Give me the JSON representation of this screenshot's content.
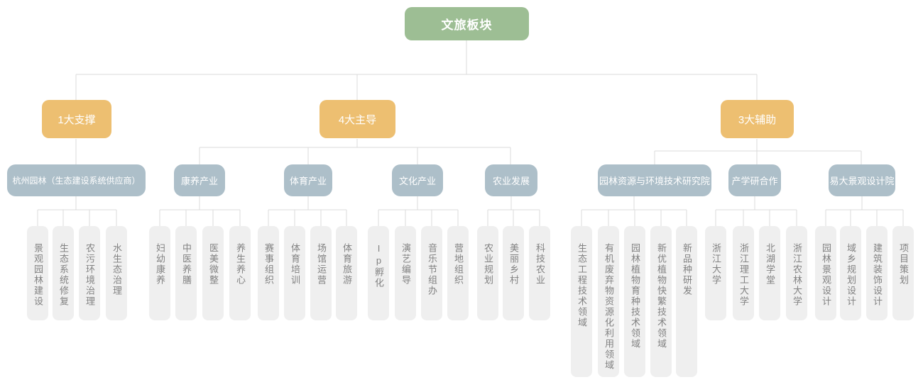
{
  "colors": {
    "root_bg": "#9DBE94",
    "branch_bg": "#EDBF71",
    "group_bg": "#ADBFC9",
    "leaf_bg": "#EFEFEF",
    "leaf_text": "#828282",
    "node_text": "#FFFFFF",
    "connector_line": "#DBDBDB"
  },
  "tree": {
    "root": {
      "label": "文旅板块"
    },
    "branches": [
      {
        "label": "1大支撑",
        "groups": [
          {
            "label": "杭州园林（生态建设系统供应商）",
            "leaves": [
              "景观园林建设",
              "生态系统修复",
              "农污环境治理",
              "水生态治理"
            ]
          }
        ]
      },
      {
        "label": "4大主导",
        "groups": [
          {
            "label": "康养产业",
            "leaves": [
              "妇幼康养",
              "中医养膳",
              "医美微整",
              "养生养心"
            ]
          },
          {
            "label": "体育产业",
            "leaves": [
              "赛事组织",
              "体育培训",
              "场馆运营",
              "体育旅游"
            ]
          },
          {
            "label": "文化产业",
            "leaves": [
              "Ip孵化",
              "演艺编导",
              "音乐节组办",
              "营地组织"
            ]
          },
          {
            "label": "农业发展",
            "leaves": [
              "农业规划",
              "美丽乡村",
              "科技农业"
            ]
          }
        ]
      },
      {
        "label": "3大辅助",
        "groups": [
          {
            "label": "园林资源与环境技术研究院",
            "leaves": [
              "生态工程技术领域",
              "有机废弃物资源化利用领域",
              "园林植物育种技术领域",
              "新优植物快繁技术领域",
              "新品种研发"
            ]
          },
          {
            "label": "产学研合作",
            "leaves": [
              "浙江大学",
              "浙江理工大学",
              "北湖学堂",
              "浙江农林大学"
            ]
          },
          {
            "label": "易大景观设计院",
            "leaves": [
              "园林景观设计",
              "域乡规划设计",
              "建筑装饰设计",
              "项目策划"
            ]
          }
        ]
      }
    ]
  }
}
